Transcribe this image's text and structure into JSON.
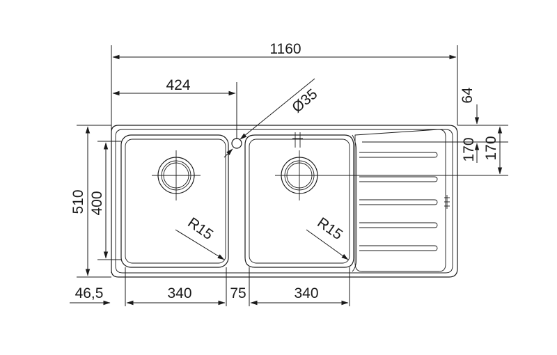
{
  "dimensions": {
    "overall_width": "1160",
    "bowl_offset": "424",
    "tap_hole": "Ø35",
    "top_to_bowl": "64",
    "right_dim_a": "170",
    "right_dim_b": "170",
    "overall_depth": "510",
    "bowl_depth": "400",
    "left_margin": "46,5",
    "bowl1_width": "340",
    "bridge_width": "75",
    "bowl2_width": "340",
    "radius_left": "R15",
    "radius_right": "R15"
  },
  "colors": {
    "line": "#1a1a1a",
    "background": "#ffffff"
  }
}
